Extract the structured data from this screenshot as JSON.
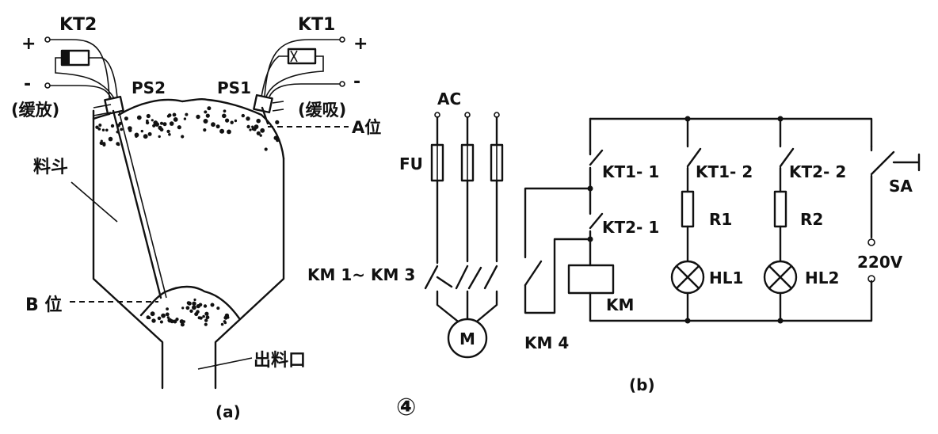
{
  "figure_a": {
    "kt2": "KT2",
    "kt1": "KT1",
    "plus_left": "+",
    "minus_left": "-",
    "plus_right": "+",
    "minus_right": "-",
    "ps2": "PS2",
    "ps1": "PS1",
    "slow_release": "(缓放)",
    "slow_pull": "(缓吸)",
    "pos_a": "A位",
    "hopper": "料斗",
    "pos_b": "B 位",
    "outlet": "出料口",
    "caption": "(a)"
  },
  "figure_number": "④",
  "figure_b": {
    "ac": "AC",
    "fu": "FU",
    "km1_km3": "KM 1~ KM 3",
    "motor": "M",
    "km4": "KM 4",
    "kt1_1": "KT1- 1",
    "kt1_2": "KT1- 2",
    "kt2_2": "KT2- 2",
    "sa": "SA",
    "kt2_1": "KT2- 1",
    "r1": "R1",
    "r2": "R2",
    "voltage": "220V",
    "km": "KM",
    "hl1": "HL1",
    "hl2": "HL2",
    "caption": "(b)"
  }
}
